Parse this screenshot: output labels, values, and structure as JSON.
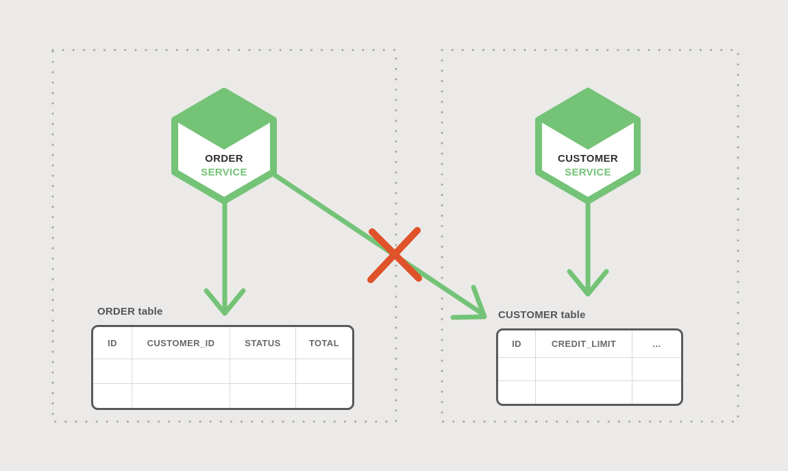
{
  "colors": {
    "background": "#EBEAE8",
    "green": "#74C377",
    "red": "#E0522A",
    "dot_border": "#A6A6A6",
    "table_border": "#58595B",
    "table_grid": "#D8D8D8",
    "heading_text": "#545559",
    "header_cell_text": "#66676A",
    "service_name_text": "#2F2F31",
    "hex_fill": "#FFFFFF"
  },
  "services": {
    "order": {
      "line1": "ORDER",
      "line2": "SERVICE"
    },
    "customer": {
      "line1": "CUSTOMER",
      "line2": "SERVICE"
    }
  },
  "tables": {
    "order": {
      "title": "ORDER table",
      "columns": [
        "ID",
        "CUSTOMER_ID",
        "STATUS",
        "TOTAL"
      ],
      "empty_body_rows": 2
    },
    "customer": {
      "title": "CUSTOMER table",
      "columns": [
        "ID",
        "CREDIT_LIMIT",
        "..."
      ],
      "empty_body_rows": 2
    }
  },
  "icons": {
    "order_service": "hexagon-cube-icon",
    "customer_service": "hexagon-cube-icon",
    "forbidden": "red-cross-icon"
  }
}
